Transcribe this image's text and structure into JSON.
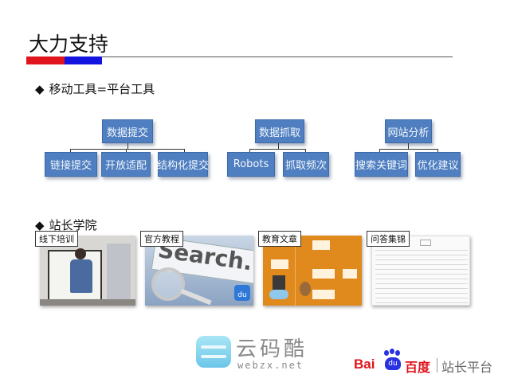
{
  "slide": {
    "title": "大力支持",
    "colors": {
      "red_bar": "#e0141c",
      "blue_bar": "#1414e0",
      "box_fill": "#4f7fc0",
      "box_text": "#f2f6fc"
    }
  },
  "section1": {
    "bullet": "◆",
    "heading": "移动工具=平台工具",
    "trees": [
      {
        "root": "数据提交",
        "children": [
          "链接提交",
          "开放适配",
          "结构化提交"
        ]
      },
      {
        "root": "数据抓取",
        "children": [
          "Robots",
          "抓取频次"
        ]
      },
      {
        "root": "网站分析",
        "children": [
          "搜索关键词",
          "优化建议"
        ]
      }
    ]
  },
  "section2": {
    "bullet": "◆",
    "heading": "站长学院",
    "cards": [
      {
        "label": "线下培训",
        "image": "classroom-photo"
      },
      {
        "label": "官方教程",
        "image": "search-magnifier",
        "thumb_text": "Search..",
        "badge": "du"
      },
      {
        "label": "教育文章",
        "image": "orange-architecture-diagram"
      },
      {
        "label": "问答集锦",
        "image": "qa-table-screenshot"
      }
    ]
  },
  "footer": {
    "watermark_cn": "云码酷",
    "watermark_url": "webzx.net",
    "baidu_bai": "Bai",
    "baidu_du": "du",
    "baidu_cn": "百度",
    "platform": "站长平台"
  }
}
